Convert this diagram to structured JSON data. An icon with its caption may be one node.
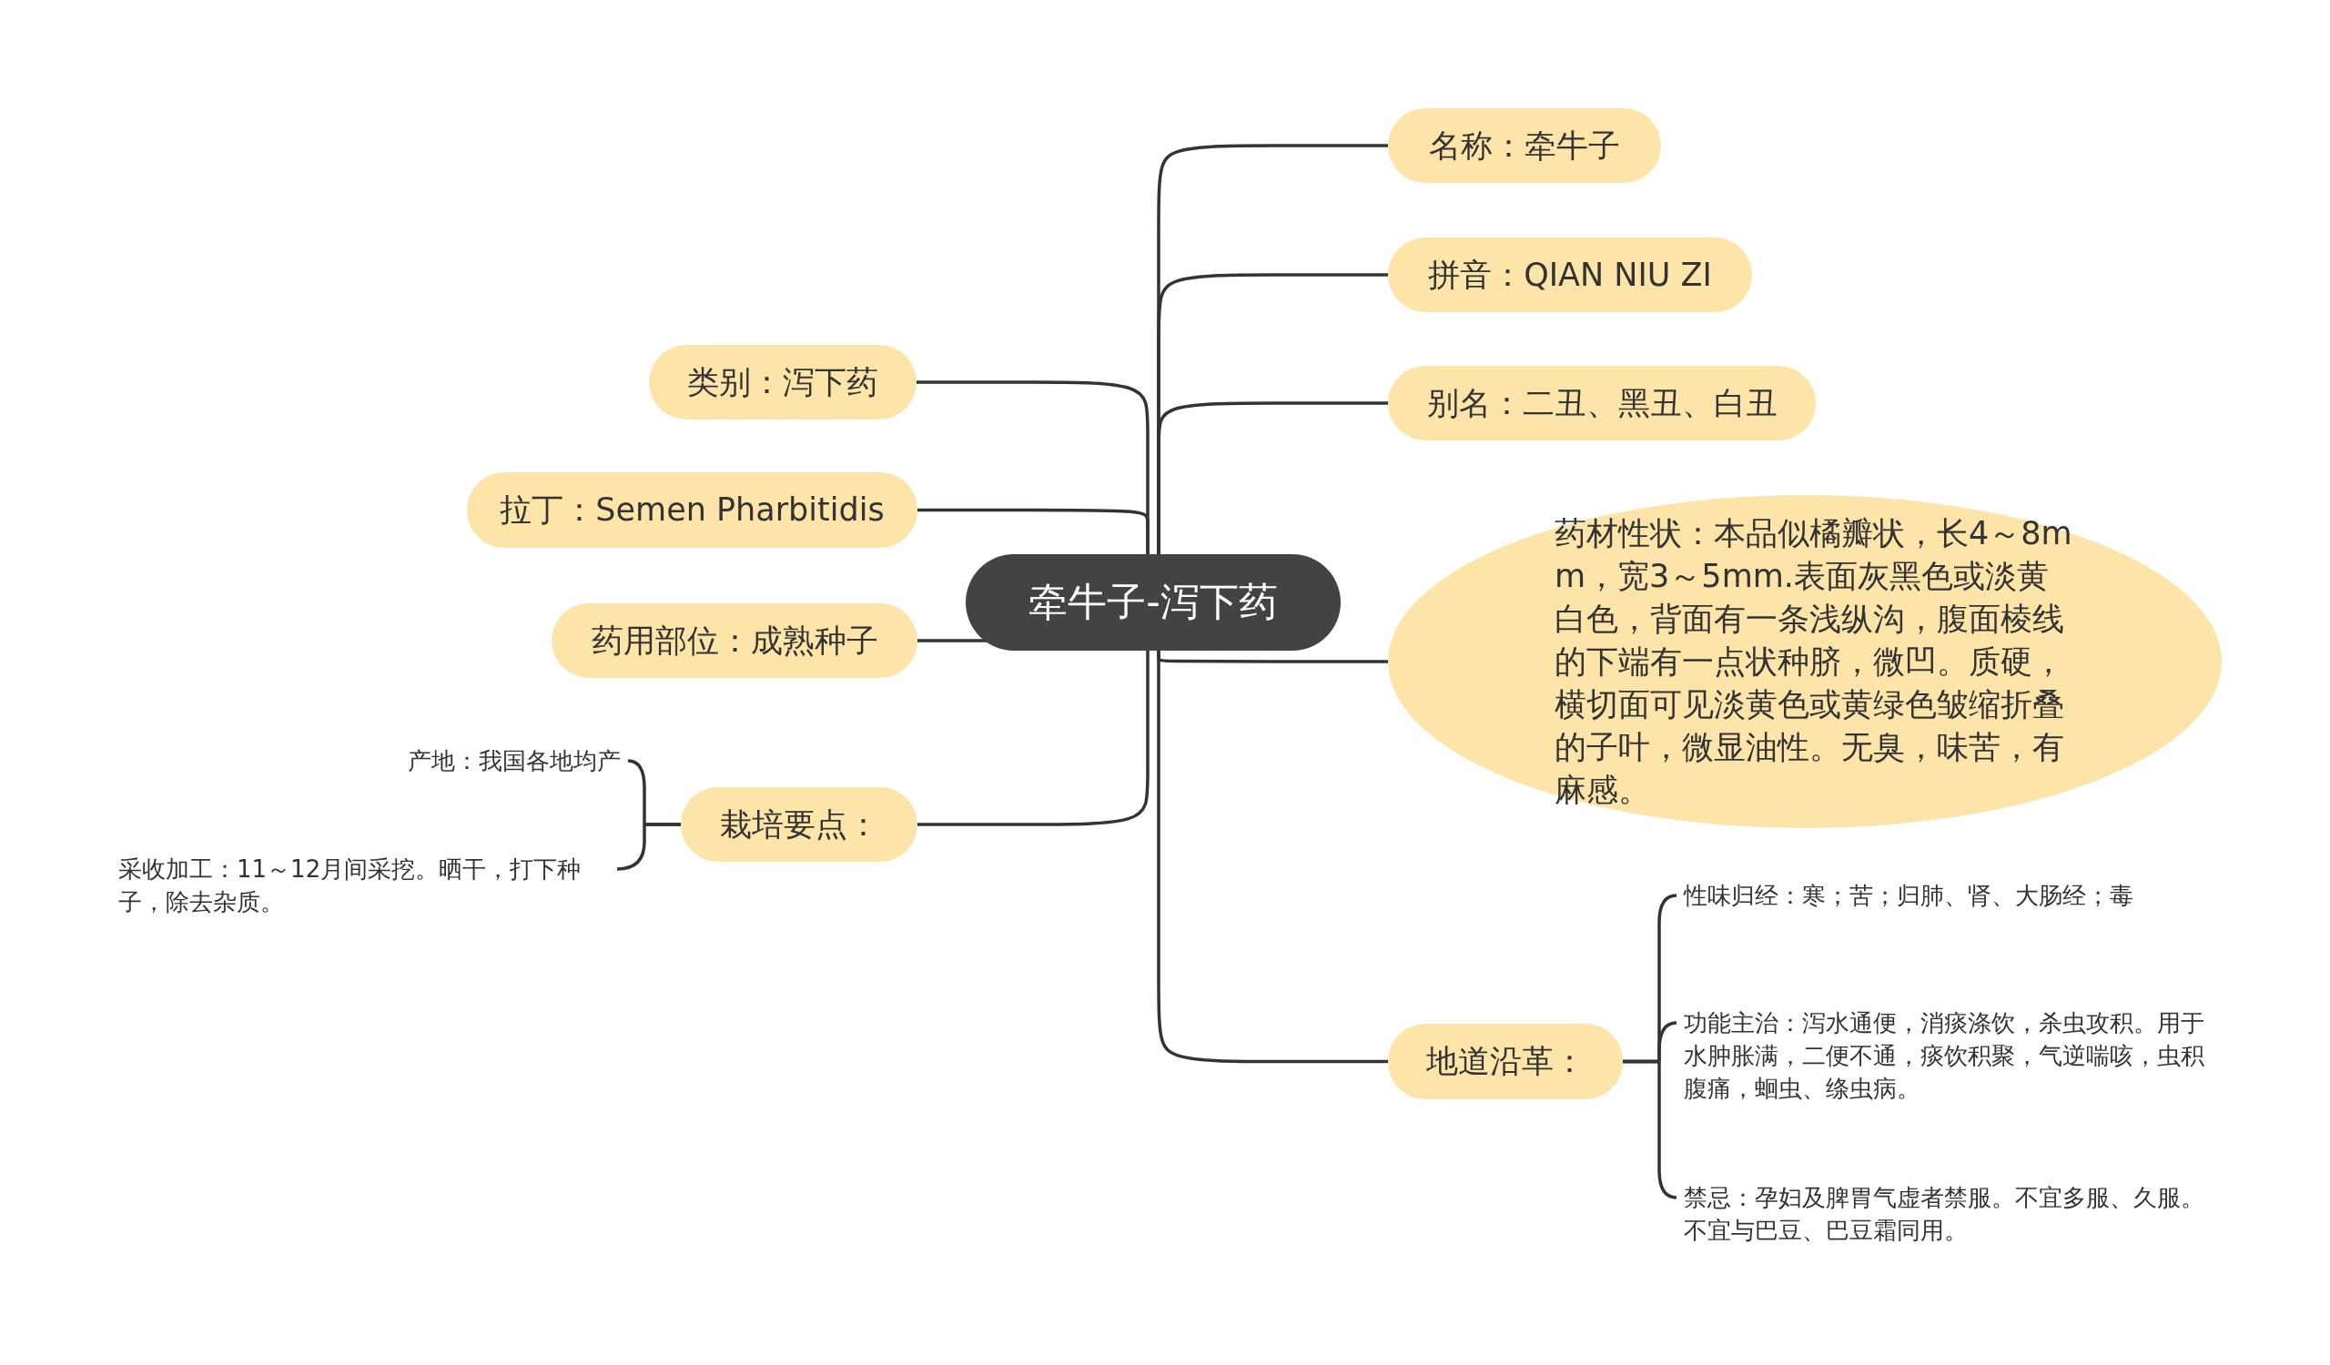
{
  "diagram": {
    "nodes": [
      {
        "text": [
          "牵牛子-泻下药"
        ]
      },
      {
        "text": [
          "名称：牵牛子"
        ]
      },
      {
        "text": [
          "拼音：QIAN NIU ZI"
        ]
      },
      {
        "text": [
          "别名：二丑、黑丑、白丑"
        ]
      },
      {
        "text": [
          "药材性状：本品似橘瓣状，长4～8mm，宽3～5mm.表面灰黑色或淡黄白色，背面有一条浅纵沟，腹面棱线的下端有一点状种脐，微凹。质硬，横切面可见淡黄色或黄绿色皱缩折叠的子叶，微显油性。无臭，味苦，有麻感。"
        ]
      },
      {
        "text": [
          "地道沿革："
        ]
      },
      {
        "text": [
          "性味归经：寒；苦；归肺、肾、大肠经；毒"
        ]
      },
      {
        "text": [
          "功能主治：泻水通便，消痰涤饮，杀虫攻积。用于水肿胀满，二便不通，痰饮积聚，气逆喘咳，虫积腹痛，蛔虫、绦虫病。"
        ]
      },
      {
        "text": [
          "禁忌：孕妇及脾胃气虚者禁服。不宜多服、久服。不宜与巴豆、巴豆霜同用。"
        ]
      },
      {
        "text": [
          "类别：泻下药"
        ]
      },
      {
        "text": [
          "拉丁：Semen Pharbitidis"
        ]
      },
      {
        "text": [
          "药用部位：成熟种子"
        ]
      },
      {
        "text": [
          "栽培要点："
        ]
      },
      {
        "text": [
          "产地：我国各地均产"
        ]
      },
      {
        "text": [
          "采收加工：11～12月间采挖。晒干，打下种子，除去杂质。"
        ]
      }
    ],
    "edges": [
      {
        "from": 0,
        "to": 1,
        "arrow": "none"
      },
      {
        "from": 0,
        "to": 2,
        "arrow": "none"
      },
      {
        "from": 0,
        "to": 3,
        "arrow": "none"
      },
      {
        "from": 0,
        "to": 4,
        "arrow": "none"
      },
      {
        "from": 0,
        "to": 5,
        "arrow": "none"
      },
      {
        "from": 5,
        "to": 6,
        "arrow": "none"
      },
      {
        "from": 5,
        "to": 7,
        "arrow": "none"
      },
      {
        "from": 5,
        "to": 8,
        "arrow": "none"
      },
      {
        "from": 0,
        "to": 9,
        "arrow": "none"
      },
      {
        "from": 0,
        "to": 10,
        "arrow": "none"
      },
      {
        "from": 0,
        "to": 11,
        "arrow": "none"
      },
      {
        "from": 0,
        "to": 12,
        "arrow": "none"
      },
      {
        "from": 12,
        "to": 13,
        "arrow": "none"
      },
      {
        "from": 12,
        "to": 14,
        "arrow": "none"
      }
    ]
  }
}
